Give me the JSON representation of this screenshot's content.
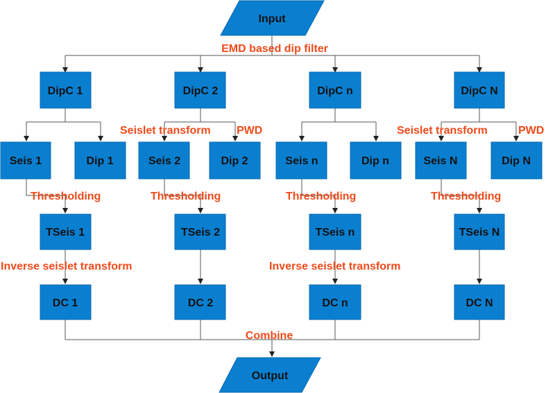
{
  "colors": {
    "node_fill": "#0a7fd0",
    "node_stroke": "#0a6ab0",
    "line": "#555555",
    "label": "#f04a1a",
    "node_text": "#111111"
  },
  "nodes": {
    "input": "Input",
    "output": "Output",
    "dipc_1": "DipC 1",
    "dipc_2": "DipC 2",
    "dipc_n": "DipC n",
    "dipc_N": "DipC N",
    "seis_1": "Seis 1",
    "dip_1": "Dip 1",
    "seis_2": "Seis 2",
    "dip_2": "Dip 2",
    "seis_n": "Seis n",
    "dip_n": "Dip n",
    "seis_N": "Seis N",
    "dip_N": "Dip N",
    "tseis_1": "TSeis 1",
    "tseis_2": "TSeis 2",
    "tseis_n": "TSeis n",
    "tseis_N": "TSeis N",
    "dc_1": "DC 1",
    "dc_2": "DC 2",
    "dc_n": "DC n",
    "dc_N": "DC N"
  },
  "labels": {
    "emd": "EMD based dip filter",
    "seislet_2": "Seislet transform",
    "pwd_2": "PWD",
    "seislet_N": "Seislet transform",
    "pwd_N": "PWD",
    "thresh_1": "Thresholding",
    "thresh_2": "Thresholding",
    "thresh_n": "Thresholding",
    "thresh_N": "Thresholding",
    "inverse_1": "Inverse seislet transform",
    "inverse_n": "Inverse seislet transform",
    "combine": "Combine"
  }
}
